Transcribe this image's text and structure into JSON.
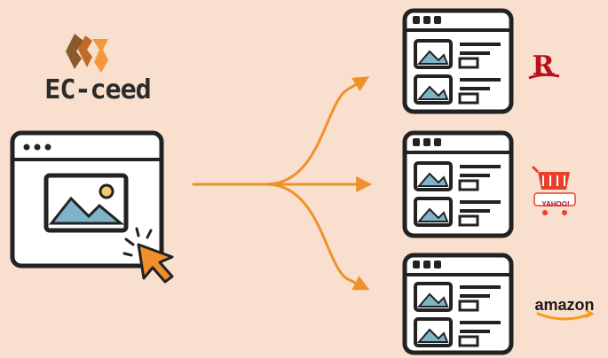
{
  "brand": {
    "name": "EC-ceed"
  },
  "marketplaces": [
    {
      "name": "rakuten",
      "logo_text": "R",
      "color": "#b8101e"
    },
    {
      "name": "yahoo-shopping",
      "logo_text": "YAHOO!",
      "color": "#e8412b"
    },
    {
      "name": "amazon",
      "logo_text": "amazon",
      "color": "#f79a1e"
    }
  ],
  "colors": {
    "background": "#f9dfcd",
    "arrow": "#f0902a",
    "outline": "#222222",
    "accent": "#f7c86a"
  },
  "icons": [
    "brand-logo-icon",
    "browser-window-icon",
    "image-icon",
    "cursor-click-icon",
    "branch-arrow-icon",
    "product-page-icon"
  ]
}
